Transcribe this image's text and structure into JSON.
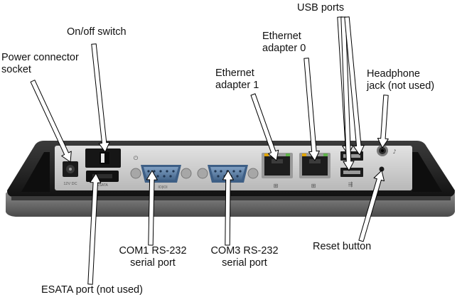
{
  "diagram": {
    "labels": {
      "power": [
        "Power connector",
        "socket"
      ],
      "onoff": "On/off switch",
      "eth1": [
        "Ethernet",
        "adapter 1"
      ],
      "eth0": [
        "Ethernet",
        "adapter 0"
      ],
      "usb": "USB ports",
      "headphone": [
        "Headphone",
        "jack (not used)"
      ],
      "com1": [
        "COM1 RS-232",
        "serial port"
      ],
      "com3": [
        "COM3 RS-232",
        "serial port"
      ],
      "reset": "Reset button",
      "esata": "ESATA port (not used)"
    },
    "panel_text": {
      "power_rating": "12V DC",
      "esata_small": "ESATA",
      "io_mark": "IO|IOI"
    },
    "colors": {
      "body": "#2a2a2a",
      "bezel": "#151515",
      "plate": "#c9c9c9",
      "connector": "#5d7fa4",
      "arrow_fill": "#ffffff",
      "arrow_stroke": "#000000"
    }
  }
}
